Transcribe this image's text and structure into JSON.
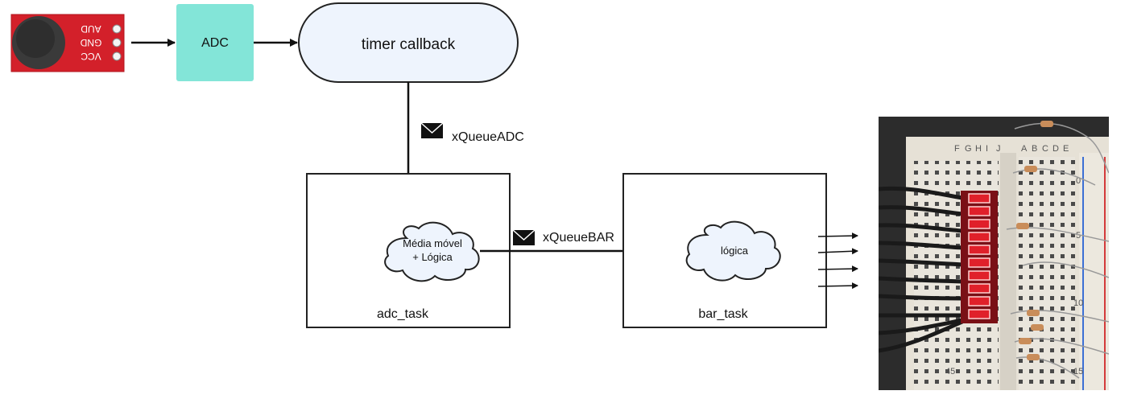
{
  "microphone": {
    "pins": [
      "VCC",
      "GND",
      "AUD"
    ],
    "board_color": "#d3202a"
  },
  "adc": {
    "label": "ADC",
    "color": "#83e5d8"
  },
  "timer": {
    "label": "timer callback",
    "color": "#eef4fd"
  },
  "queues": {
    "adc": {
      "label": "xQueueADC",
      "icon": "envelope-icon"
    },
    "bar": {
      "label": "xQueueBAR",
      "icon": "envelope-icon"
    }
  },
  "adc_task": {
    "label": "adc_task",
    "cloud_line1": "Média móvel",
    "cloud_line2": "+ Lógica"
  },
  "bar_task": {
    "label": "bar_task",
    "cloud": "lógica"
  },
  "breadboard": {
    "row_letters": [
      "F",
      "G",
      "H",
      "I",
      "J",
      "A",
      "B",
      "C",
      "D",
      "E"
    ],
    "numbers": [
      "0",
      "5",
      "10",
      "15",
      "45"
    ],
    "led_color": "#e0202a"
  }
}
